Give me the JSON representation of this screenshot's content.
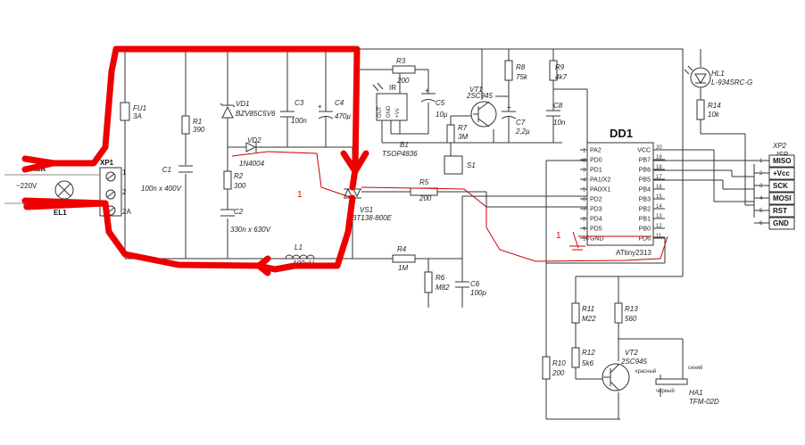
{
  "connectors": {
    "xp1": {
      "ref": "XP1",
      "pins": [
        "1",
        "2",
        "2A"
      ]
    },
    "xp2": {
      "ref": "XP2",
      "sub": "ISP",
      "pins": [
        "MISO",
        "+Vcc",
        "SCK",
        "MOSI",
        "RST",
        "GND"
      ],
      "nums": [
        "1",
        "2",
        "3",
        "4",
        "5",
        "6"
      ]
    }
  },
  "mains": {
    "phase": "ФАЗА",
    "voltage": "~220V",
    "neutral": "НОЛЬ",
    "lamp": "EL1"
  },
  "components": {
    "fu1": {
      "ref": "FU1",
      "val": "3A"
    },
    "r1": {
      "ref": "R1",
      "val": "390"
    },
    "c1": {
      "ref": "C1",
      "val": "100n x 400V"
    },
    "vd1": {
      "ref": "VD1",
      "val": "BZV85C5V6"
    },
    "c3": {
      "ref": "C3",
      "val": "100n"
    },
    "c4": {
      "ref": "C4",
      "val": "470µ"
    },
    "vd2": {
      "ref": "VD2",
      "val": "1N4004"
    },
    "r2": {
      "ref": "R2",
      "val": "300"
    },
    "c2": {
      "ref": "C2",
      "val": "330n x 630V"
    },
    "l1": {
      "ref": "L1",
      "val": "100µH"
    },
    "vs1": {
      "ref": "VS1",
      "val": "BT138-800E"
    },
    "r3": {
      "ref": "R3",
      "val": "200"
    },
    "ir": {
      "label": "IR",
      "pins": [
        "OUT",
        "GND",
        "+Vs"
      ]
    },
    "b1": {
      "ref": "B1",
      "val": "TSOP4836"
    },
    "c5": {
      "ref": "C5",
      "val": "10µ"
    },
    "vt1": {
      "ref": "VT1",
      "val": "2SC945"
    },
    "r7": {
      "ref": "R7",
      "val": "3M"
    },
    "s1": {
      "ref": "S1"
    },
    "r8": {
      "ref": "R8",
      "val": "75k"
    },
    "c7": {
      "ref": "C7",
      "val": "2,2µ"
    },
    "r9": {
      "ref": "R9",
      "val": "4k7"
    },
    "c8": {
      "ref": "C8",
      "val": "10n"
    },
    "hl1": {
      "ref": "HL1",
      "val": "L-934SRC-G"
    },
    "r14": {
      "ref": "R14",
      "val": "10k"
    },
    "r5": {
      "ref": "R5",
      "val": "200"
    },
    "r4": {
      "ref": "R4",
      "val": "1M"
    },
    "r6": {
      "ref": "R6",
      "val": "M82"
    },
    "c6": {
      "ref": "C6",
      "val": "100p"
    },
    "r11": {
      "ref": "R11",
      "val": "M22"
    },
    "r13": {
      "ref": "R13",
      "val": "560"
    },
    "r12": {
      "ref": "R12",
      "val": "5k6"
    },
    "vt2": {
      "ref": "VT2",
      "val": "2SC945"
    },
    "r10": {
      "ref": "R10",
      "val": "200"
    },
    "ha1": {
      "ref": "HA1",
      "val": "TFM-02D",
      "wire_red": "красный",
      "wire_blue": "синий",
      "wire_black": "черный"
    }
  },
  "chip": {
    "ref": "DD1",
    "name": "ATtiny2313",
    "left_pins": [
      {
        "num": "1",
        "name": "PA2"
      },
      {
        "num": "2",
        "name": "PD0"
      },
      {
        "num": "3",
        "name": "PD1"
      },
      {
        "num": "4",
        "name": "PA1/X2"
      },
      {
        "num": "5",
        "name": "PA0/X1"
      },
      {
        "num": "6",
        "name": "PD2"
      },
      {
        "num": "7",
        "name": "PD3"
      },
      {
        "num": "8",
        "name": "PD4"
      },
      {
        "num": "9",
        "name": "PD5"
      },
      {
        "num": "10",
        "name": "GND"
      }
    ],
    "right_pins": [
      {
        "num": "20",
        "name": "VCC"
      },
      {
        "num": "19",
        "name": "PB7"
      },
      {
        "num": "18",
        "name": "PB6"
      },
      {
        "num": "17",
        "name": "PB5"
      },
      {
        "num": "16",
        "name": "PB4"
      },
      {
        "num": "15",
        "name": "PB3"
      },
      {
        "num": "14",
        "name": "PB2"
      },
      {
        "num": "13",
        "name": "PB1"
      },
      {
        "num": "12",
        "name": "PB0"
      },
      {
        "num": "11",
        "name": "PD6"
      }
    ]
  },
  "annotations": {
    "mark_a": "1",
    "mark_b": "1"
  }
}
